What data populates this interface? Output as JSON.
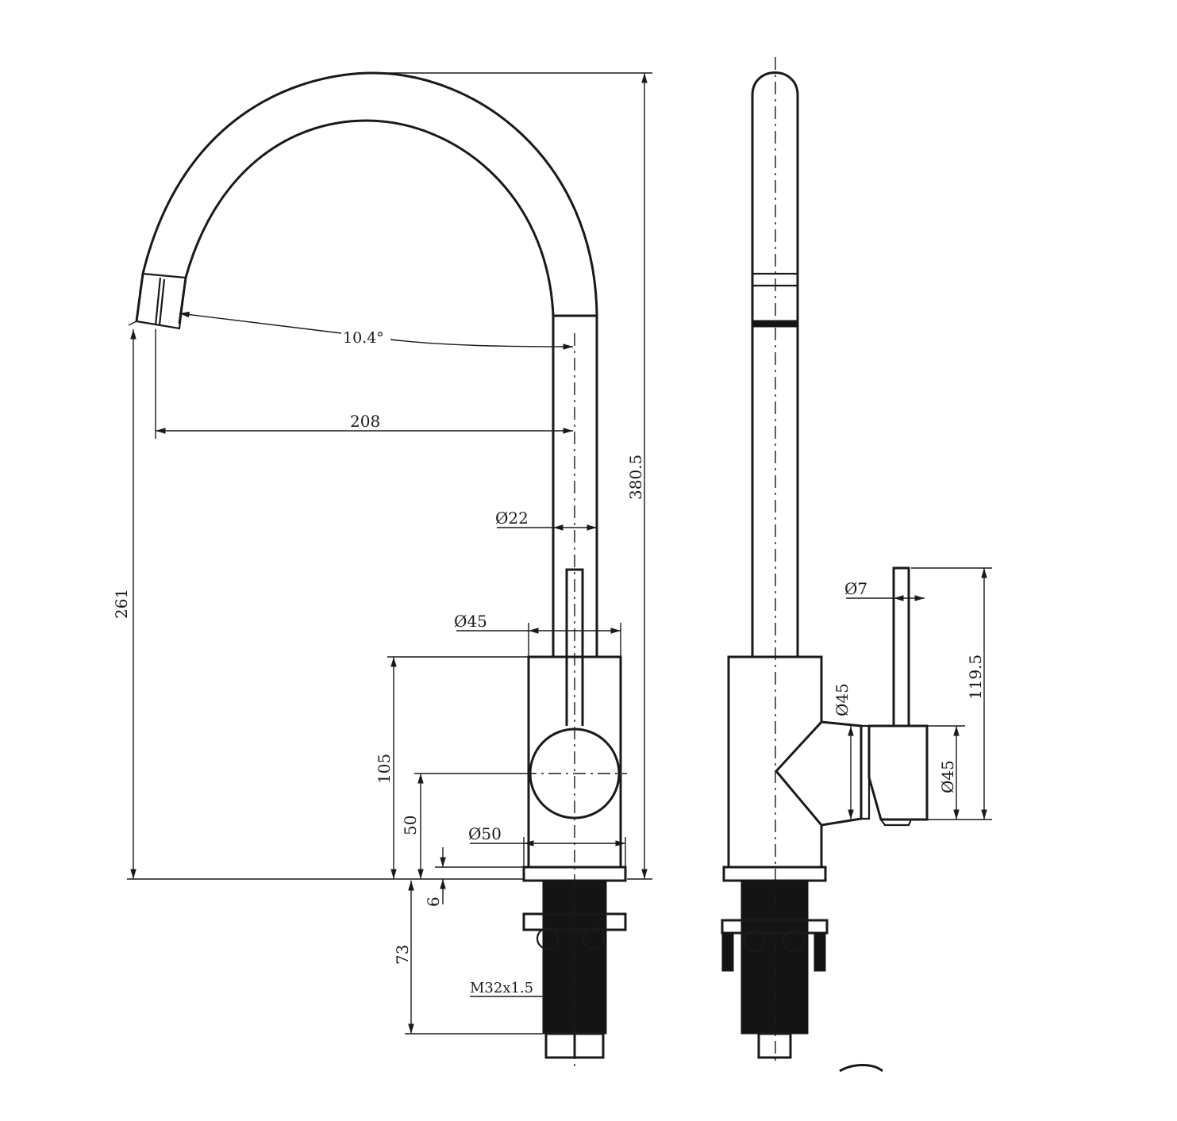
{
  "dimensions": {
    "spout_angle": "10.4°",
    "reach": "208",
    "total_height": "380.5",
    "spout_height": "261",
    "spout_diameter": "Ø22",
    "body_diameter_top": "Ø45",
    "body_height": "105",
    "handle_center_height": "50",
    "base_diameter": "Ø50",
    "base_plate": "6",
    "thread_length": "73",
    "thread_spec": "M32x1.5",
    "lever_diameter": "Ø7",
    "lever_height": "119.5",
    "side_body_diameter": "Ø45",
    "side_handle_diameter": "Ø45"
  },
  "colors": {
    "line": "#1a1a1a",
    "fill": "#141414",
    "background": "#ffffff"
  }
}
